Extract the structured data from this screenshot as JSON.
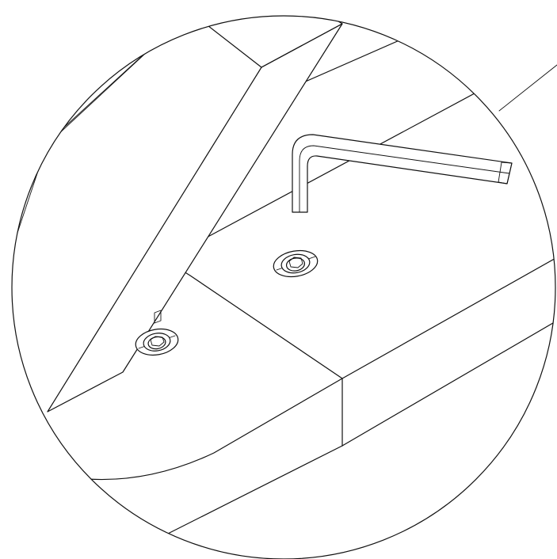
{
  "figure": {
    "kind": "assembly-detail",
    "depicts": [
      "hex-key",
      "socket-screw",
      "socket-screw",
      "panel",
      "beam"
    ]
  },
  "colors": {
    "line": "#111111",
    "background": "#ffffff"
  },
  "icons": {
    "tool": "hex-key-icon",
    "fastener": "socket-screw-icon"
  }
}
